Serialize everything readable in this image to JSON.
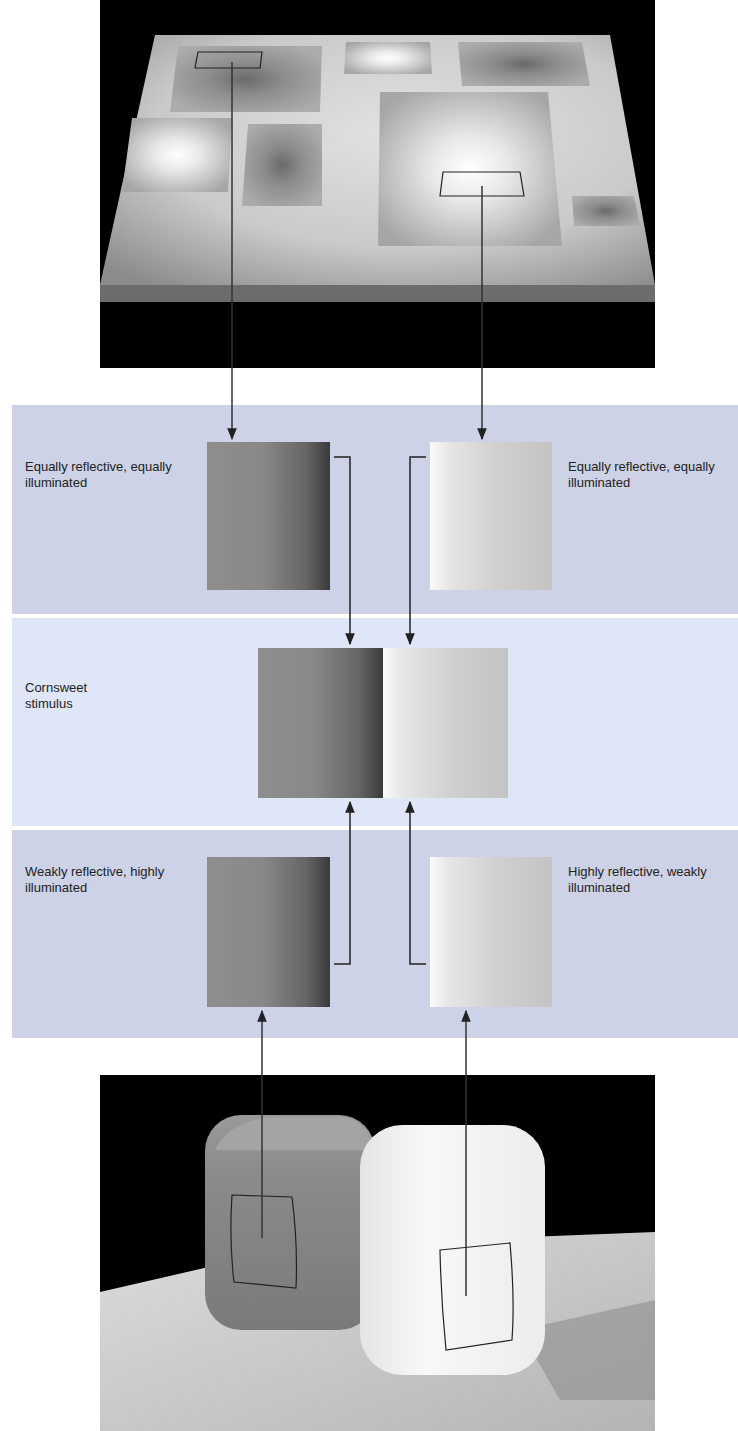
{
  "diagram": {
    "nodes": [
      {
        "text": [
          "Equally reflective, equally illuminated",
          "Equally reflective, equally illuminated"
        ]
      },
      {
        "text": [
          "Cornsweet stimulus"
        ]
      },
      {
        "text": [
          "Weakly reflective, highly illuminated",
          "Highly reflective, weakly illuminated"
        ]
      }
    ]
  }
}
